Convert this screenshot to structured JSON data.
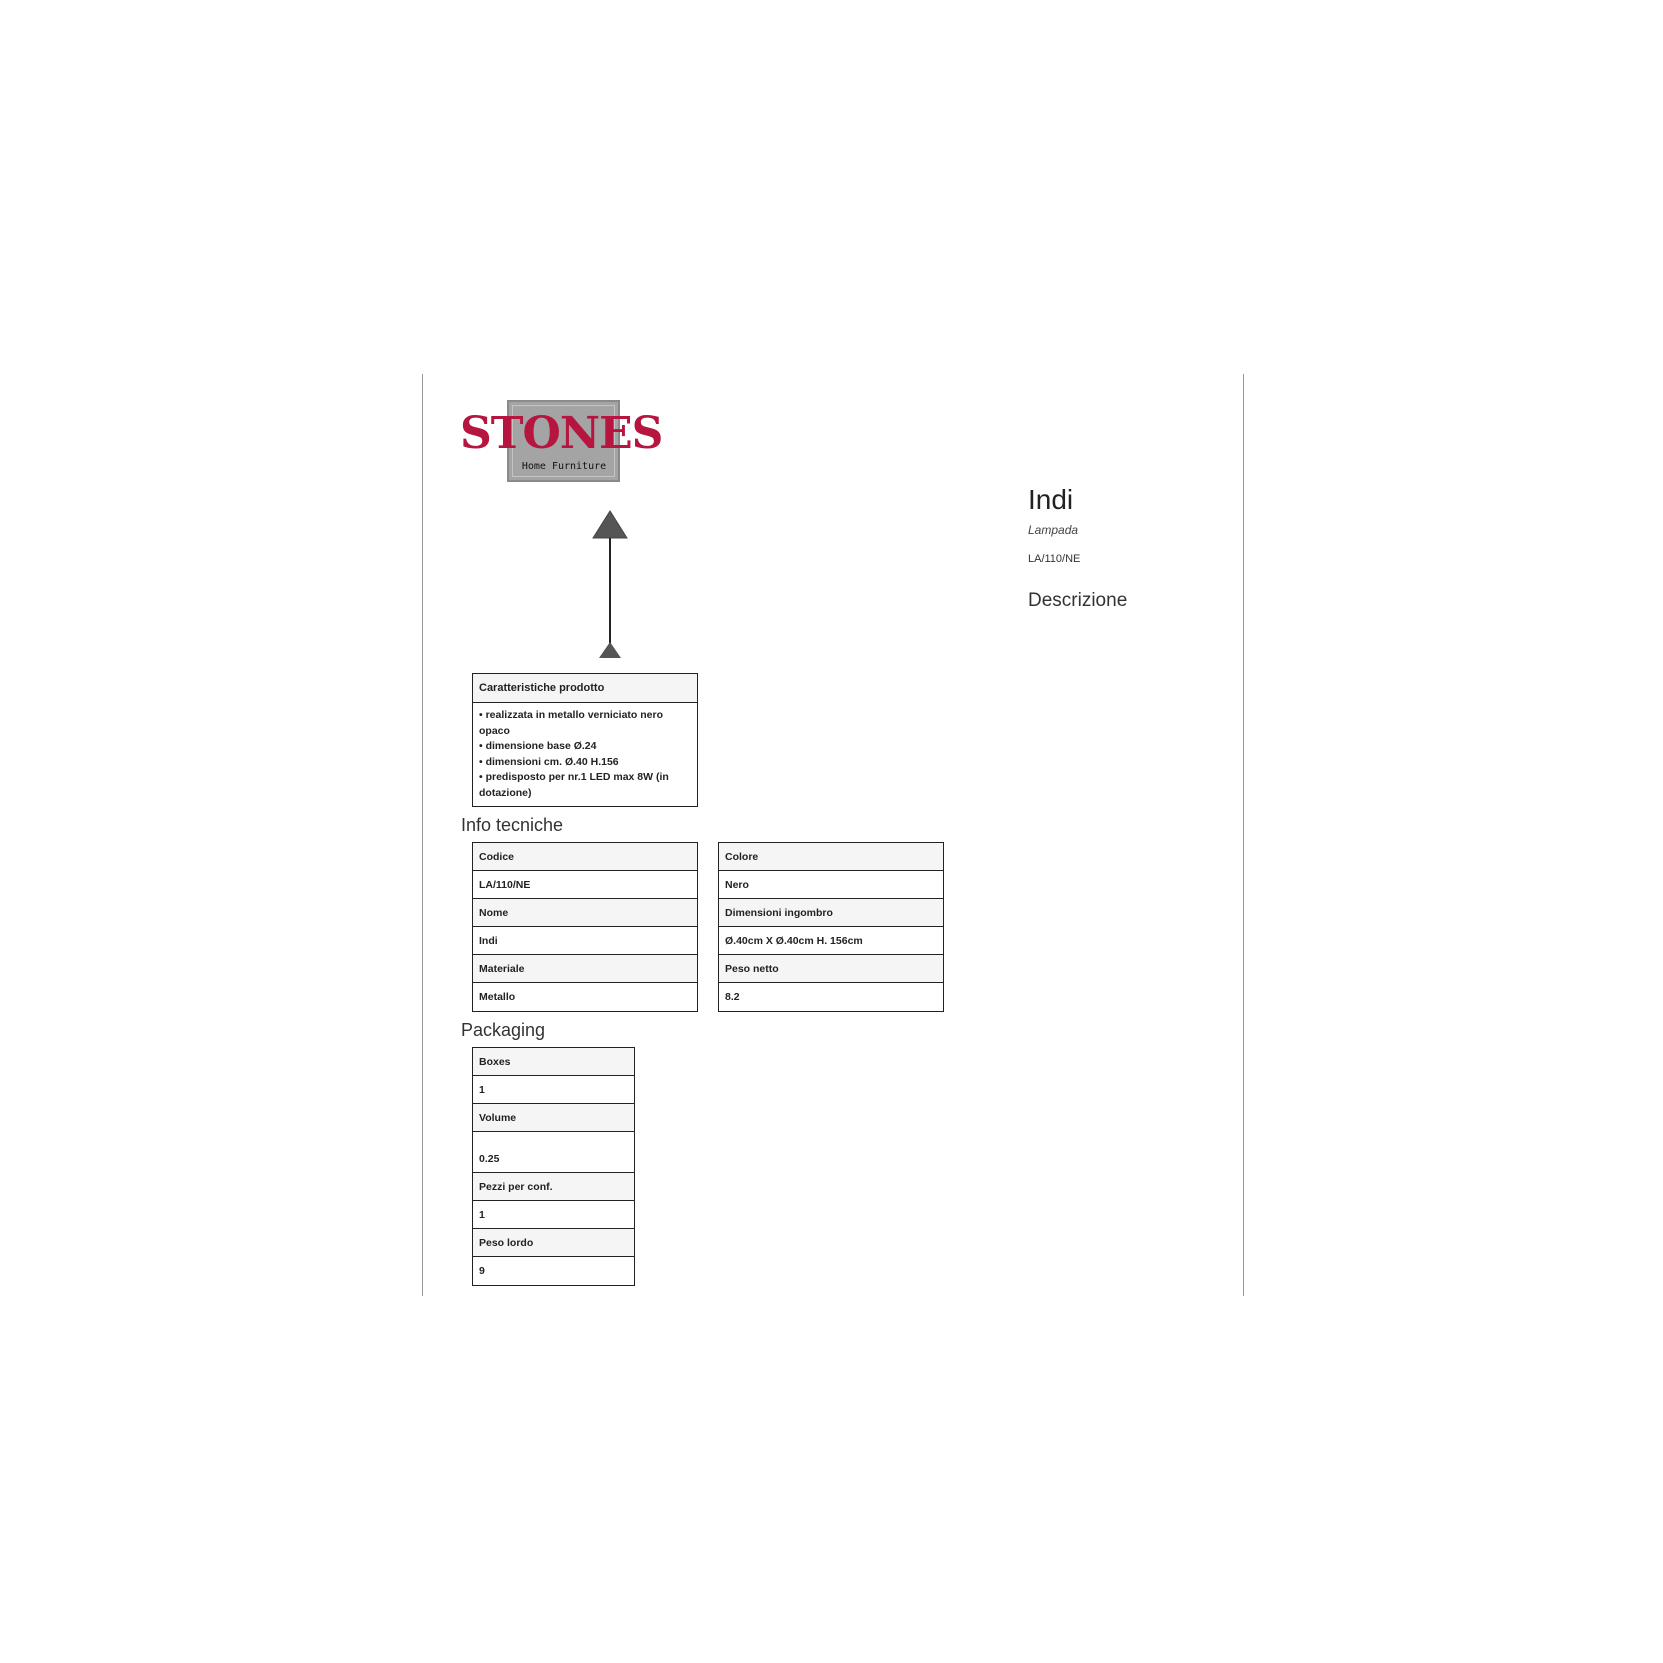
{
  "logo": {
    "brand": "STONES",
    "tagline": "Home Furniture",
    "colors": {
      "brand_red": "#b5153f",
      "box_gray": "#a4a4a4"
    }
  },
  "product": {
    "name": "Indi",
    "type": "Lampada",
    "code": "LA/110/NE",
    "description_heading": "Descrizione",
    "image_icon": "floor-lamp-icon"
  },
  "features": {
    "title": "Caratteristiche prodotto",
    "items": [
      "• realizzata in metallo verniciato nero opaco",
      "• dimensione base Ø.24",
      "• dimensioni cm. Ø.40 H.156",
      "• predisposto per nr.1 LED max 8W (in dotazione)"
    ]
  },
  "info": {
    "heading": "Info tecniche",
    "left": [
      {
        "label": "Codice",
        "value": "LA/110/NE"
      },
      {
        "label": "Nome",
        "value": "Indi"
      },
      {
        "label": "Materiale",
        "value": "Metallo"
      }
    ],
    "right": [
      {
        "label": "Colore",
        "value": "Nero"
      },
      {
        "label": "Dimensioni ingombro",
        "value": "Ø.40cm X Ø.40cm H. 156cm"
      },
      {
        "label": "Peso netto",
        "value": "8.2"
      }
    ]
  },
  "packaging": {
    "heading": "Packaging",
    "rows": [
      {
        "label": "Boxes",
        "value": "1"
      },
      {
        "label": "Volume",
        "value": "0.25"
      },
      {
        "label": "Pezzi per conf.",
        "value": "1"
      },
      {
        "label": "Peso lordo",
        "value": "9"
      }
    ]
  }
}
